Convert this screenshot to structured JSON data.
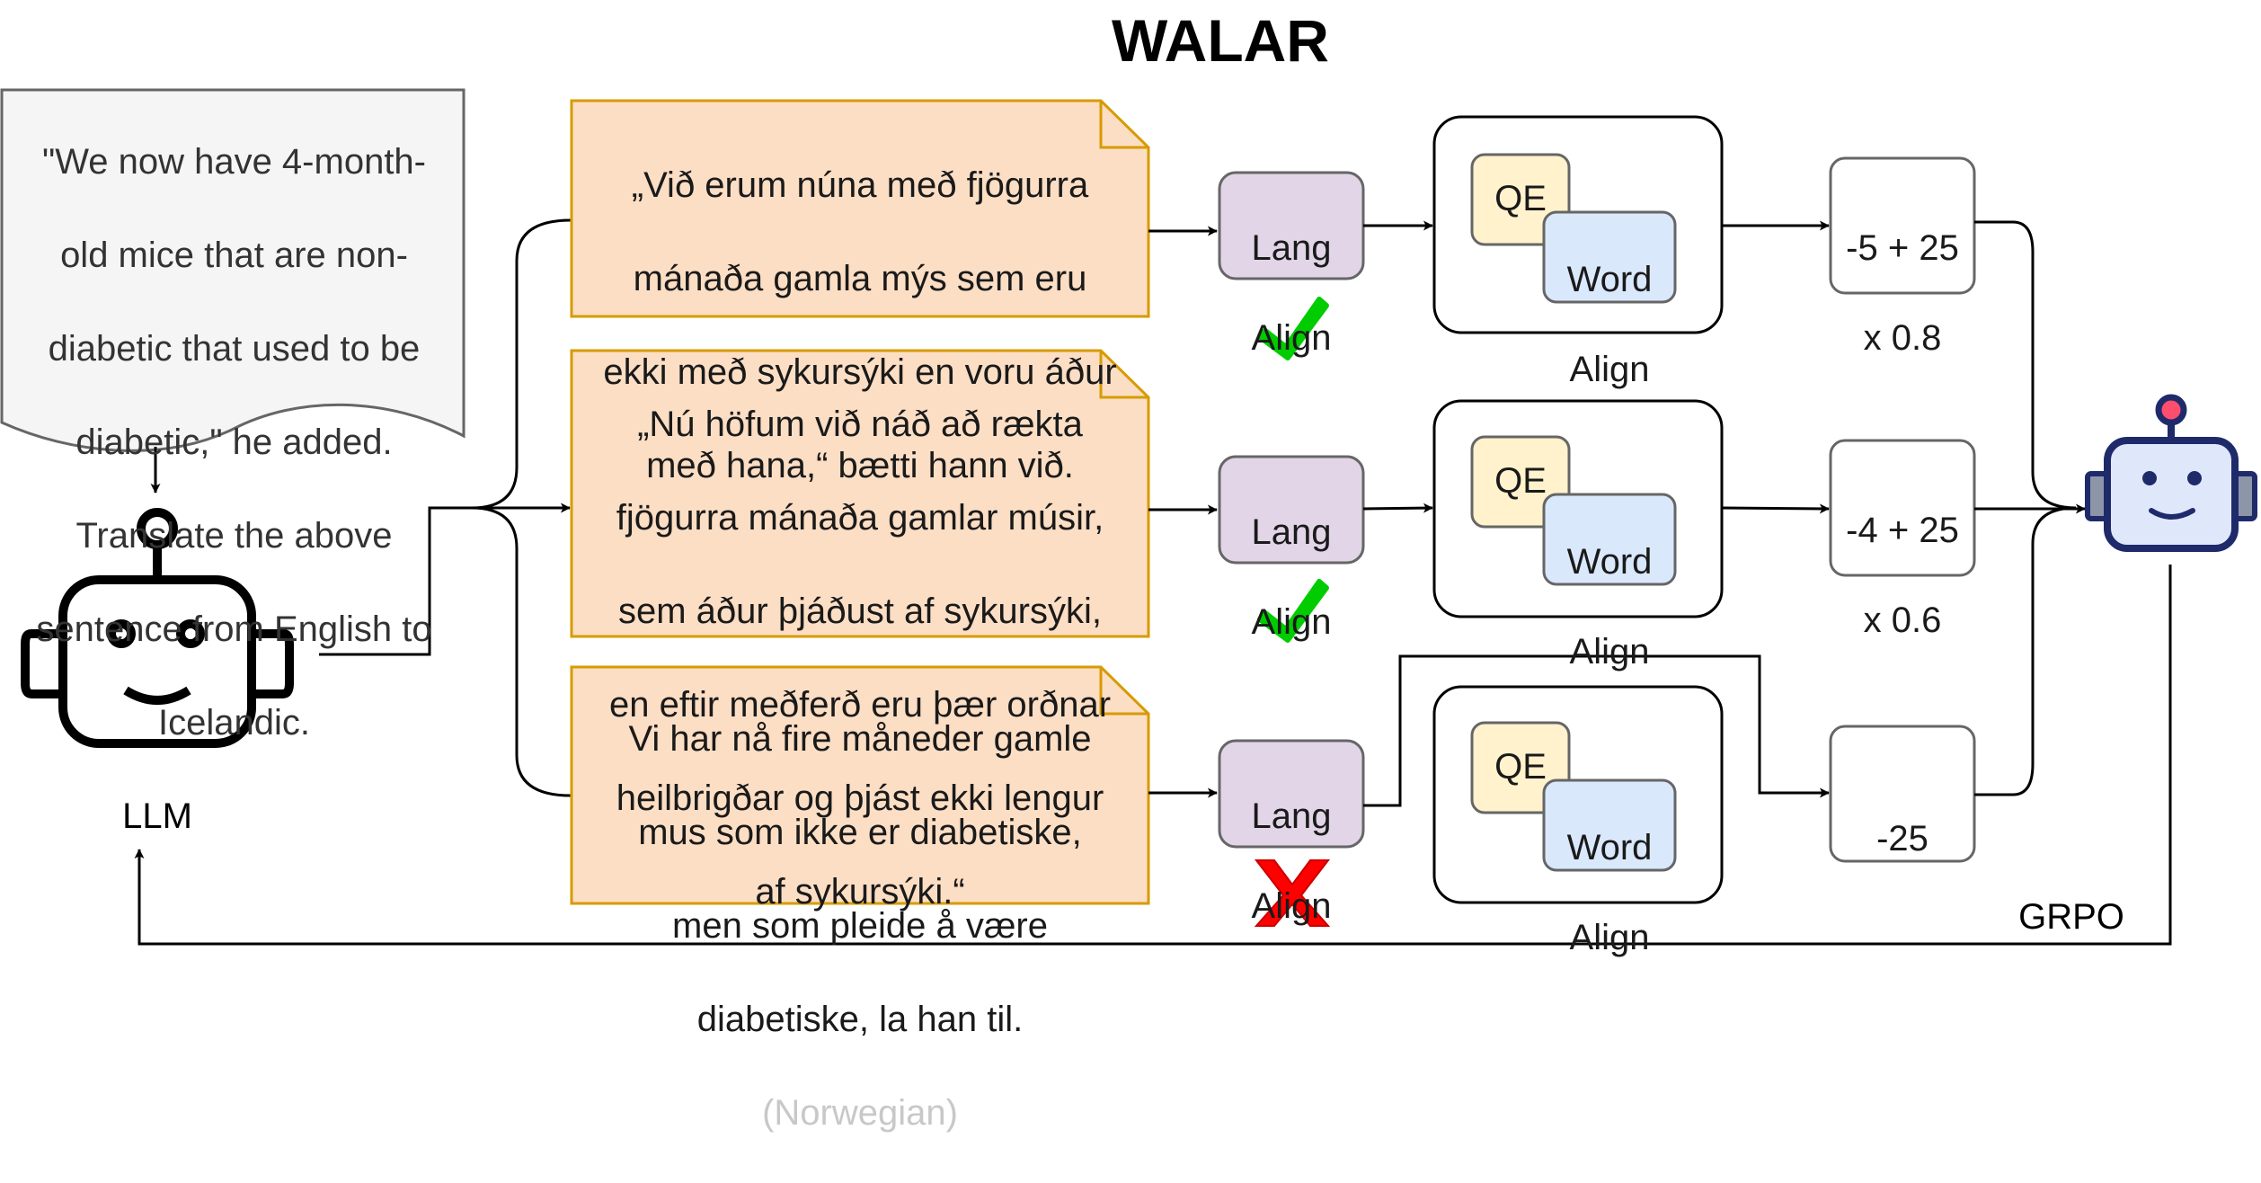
{
  "title": "WALAR",
  "prompt": "\"We now have 4-month-old mice that are non-diabetic that used to be diabetic,\" he added.\nTranslate the above sentence from English to Icelandic.",
  "prompt_lines": [
    "\"We now have 4-month-",
    "old mice that are non-",
    "diabetic that used to be",
    "diabetic,\" he added.",
    "Translate the above",
    "sentence from English to",
    "Icelandic."
  ],
  "llm_label": "LLM",
  "translations": [
    {
      "lines": [
        "„Við erum núna með fjögurra",
        "mánaða gamla mýs sem eru",
        "ekki með sykursýki en voru áður",
        "með hana,“ bætti hann við."
      ],
      "language_note": ""
    },
    {
      "lines": [
        "„Nú höfum við náð að rækta",
        "fjögurra mánaða gamlar músir,",
        "sem áður þjáðust af sykursýki,",
        "en eftir meðferð eru þær orðnar",
        "heilbrigðar og þjást ekki lengur",
        "af sykursýki.“"
      ],
      "language_note": ""
    },
    {
      "lines": [
        "Vi har nå fire måneder gamle",
        "mus som ikke er diabetiske,",
        "men som pleide å være",
        "diabetiske, la han til."
      ],
      "language_note": "(Norwegian)"
    }
  ],
  "lang_align_label": [
    "Lang",
    "Align"
  ],
  "qe_label": "QE",
  "word_align_label": [
    "Word",
    "Align"
  ],
  "lang_align_results": [
    "check-icon",
    "check-icon",
    "cross-icon"
  ],
  "rewards": [
    {
      "lines": [
        "-5 + 25",
        "x 0.8"
      ]
    },
    {
      "lines": [
        "-4 + 25",
        "x 0.6"
      ]
    },
    {
      "lines": [
        "-25"
      ]
    }
  ],
  "policy_label": "GRPO",
  "colors": {
    "translation_fill": "#fcdec4",
    "translation_stroke": "#d79b00",
    "lang_align_fill": "#e1d5e7",
    "qe_fill": "#fff2cc",
    "word_align_fill": "#dae8fc",
    "prompt_fill": "#f5f5f5",
    "check": "#00cc00",
    "cross": "#ff0000",
    "reward_model": "#1f2a6b",
    "reward_model_face": "#dfe8fb"
  }
}
